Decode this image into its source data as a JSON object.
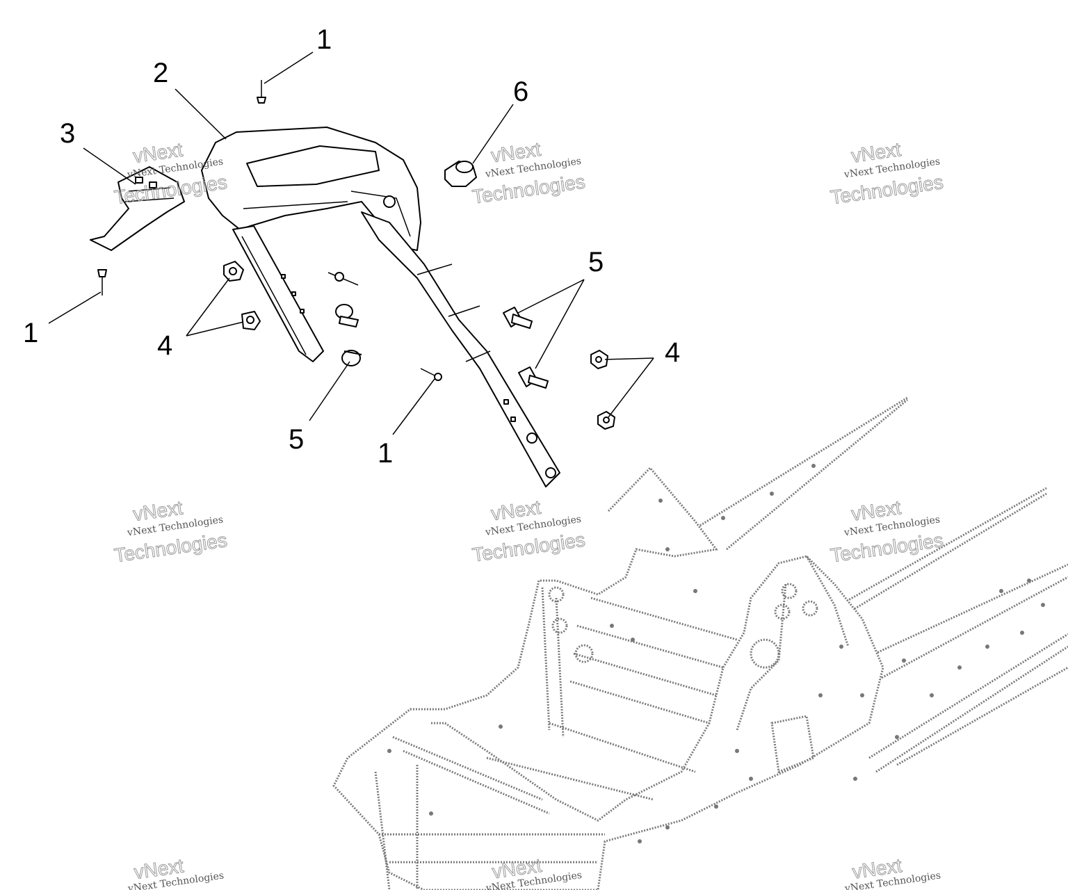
{
  "callouts": {
    "c1a": "1",
    "c1b": "1",
    "c1c": "1",
    "c2": "2",
    "c3": "3",
    "c4a": "4",
    "c4b": "4",
    "c5a": "5",
    "c5b": "5",
    "c6": "6"
  },
  "watermark": {
    "brand": "vNext",
    "company": "vNext Technologies",
    "word": "Technologies"
  },
  "colors": {
    "lines": "#000000",
    "frame": "#7a7a7a",
    "watermark": "#9a9a9a",
    "background": "#ffffff"
  }
}
